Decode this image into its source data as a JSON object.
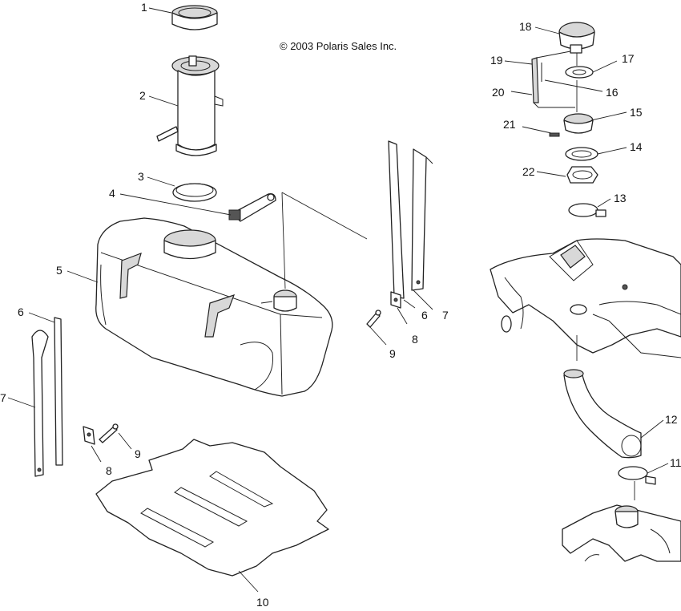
{
  "copyright": "© 2003 Polaris Sales Inc.",
  "callouts": {
    "c1": "1",
    "c2": "2",
    "c3": "3",
    "c4": "4",
    "c5": "5",
    "c6a": "6",
    "c6b": "6",
    "c7a": "7",
    "c7b": "7",
    "c8a": "8",
    "c8b": "8",
    "c9a": "9",
    "c9b": "9",
    "c10": "10",
    "c11": "11",
    "c12": "12",
    "c13": "13",
    "c14": "14",
    "c15": "15",
    "c16": "16",
    "c17": "17",
    "c18": "18",
    "c19": "19",
    "c20": "20",
    "c21": "21",
    "c22": "22"
  }
}
